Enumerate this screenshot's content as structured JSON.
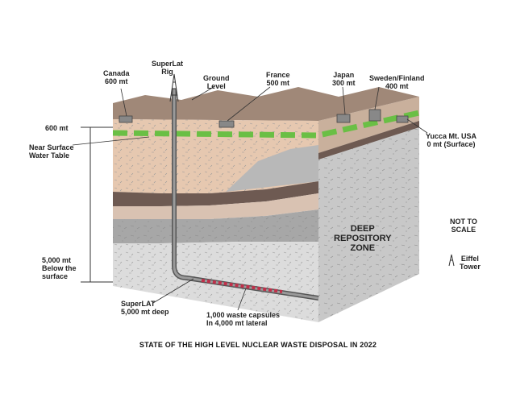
{
  "title": "STATE OF THE HIGH LEVEL NUCLEAR WASTE DISPOSAL IN 2022",
  "labels": {
    "canada": "Canada\n600 mt",
    "superlat_rig": "SuperLat\nRig",
    "ground_level": "Ground\nLevel",
    "france": "France\n500 mt",
    "japan": "Japan\n300 mt",
    "sweden_finland": "Sweden/Finland\n400 mt",
    "yucca": "Yucca Mt. USA\n0 mt (Surface)",
    "depth_600": "600 mt",
    "water_table": "Near Surface\nWater Table",
    "depth_5000": "5,000 mt\nBelow the\nsurface",
    "superlat_deep": "SuperLAT\n5,000 mt deep",
    "capsules": "1,000 waste capsules\nIn 4,000 mt lateral",
    "deep_repository": "DEEP\nREPOSITORY\nZONE",
    "not_to_scale": "NOT TO\nSCALE",
    "eiffel": "Eiffel\nTower"
  },
  "colors": {
    "surface_top": "#a08878",
    "water_table": "#6abf45",
    "upper_soil": "#e6c8b0",
    "dark_band": "#6e5a52",
    "gray_band": "#a7a7a7",
    "deep_rock": "#d8d8d8",
    "capsules": "#c0304a"
  }
}
